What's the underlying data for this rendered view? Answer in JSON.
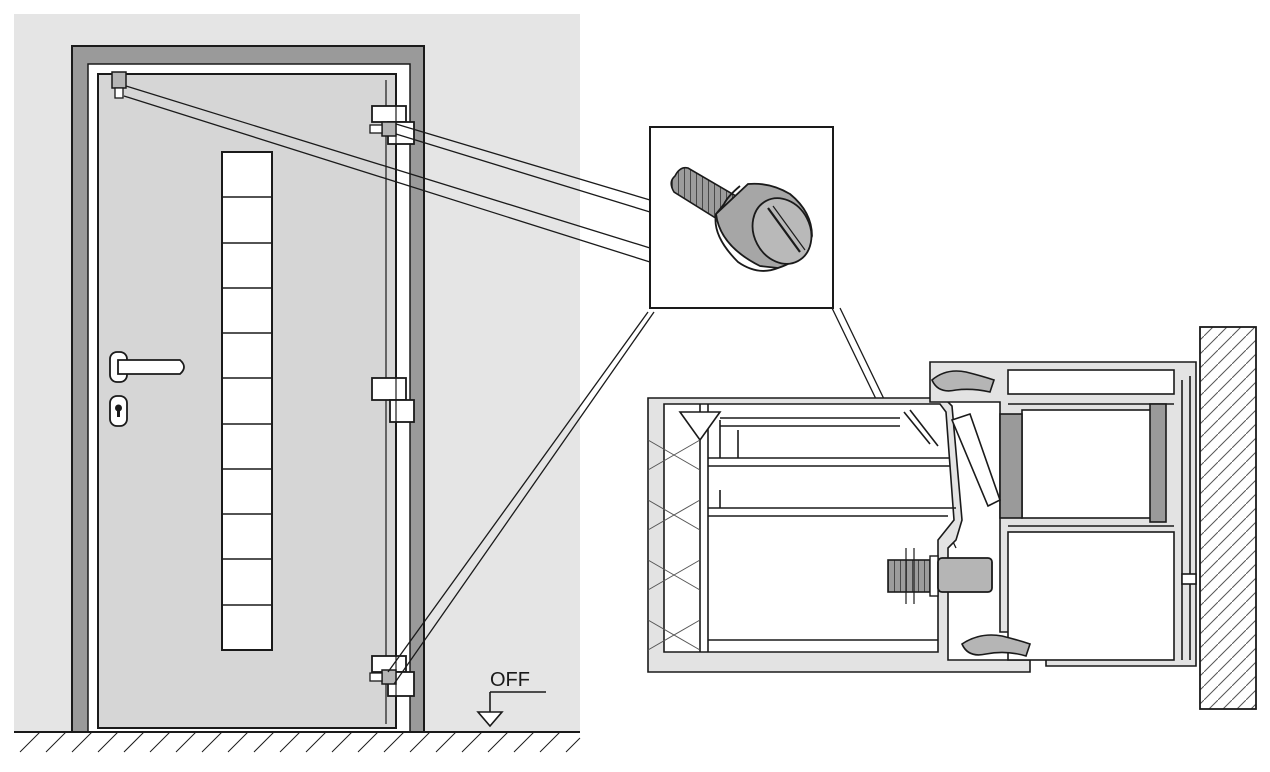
{
  "diagram": {
    "floor_label": "OFF",
    "colors": {
      "wall": "#e5e5e5",
      "door_leaf": "#d6d6d6",
      "frame": "#9a9a9a",
      "stroke": "#1a1a1a",
      "glass": "#ffffff",
      "profile": "#e3e3e3",
      "bolt": "#b5b5b5"
    },
    "glazing_panes": 11,
    "components": [
      "door-frame",
      "door-leaf",
      "glazing-strip",
      "door-handle",
      "lock-cylinder",
      "hinge-top",
      "hinge-middle",
      "hinge-bottom",
      "security-bolt",
      "bolt-detail-view",
      "profile-cross-section",
      "masonry-wall"
    ]
  }
}
